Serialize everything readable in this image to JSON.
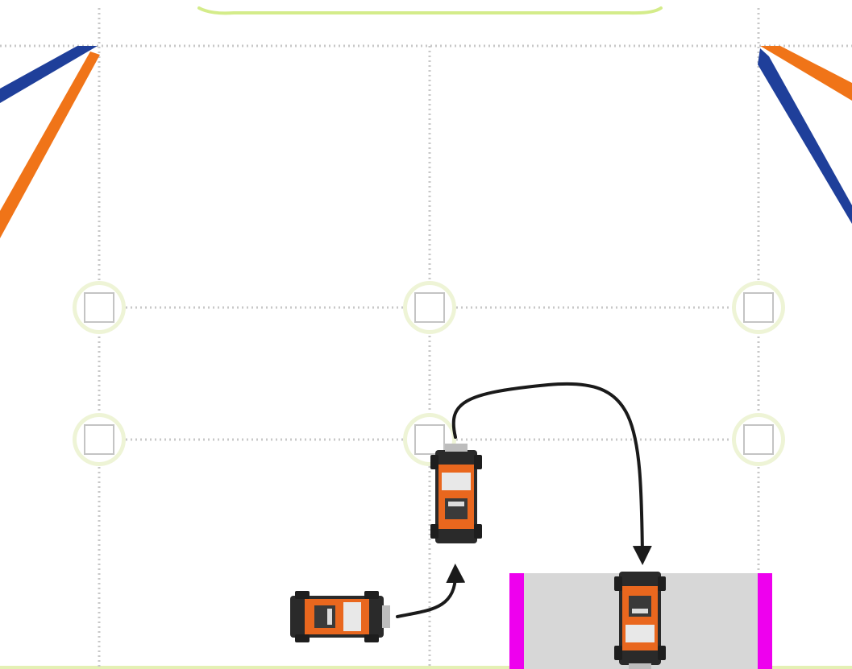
{
  "diagram": {
    "colors": {
      "background": "#ffffff",
      "grid_line": "#c8c8c8",
      "marker_outline": "#c4c4c4",
      "marker_glow": "#eef4d6",
      "top_arc": "#d4ec8a",
      "bottom_line": "#e4f0b4",
      "blue_ramp": "#1f3f9a",
      "orange_ramp": "#f07418",
      "zone_fill": "#d7d7d7",
      "zone_edges": "#ee00ee",
      "path_arrow": "#1a1a1a",
      "robot_body": "#e9671e",
      "robot_frame": "#2a2a2a",
      "robot_top": "#e8e8e8"
    },
    "elements": {
      "field": "grid-field",
      "ramps": [
        "left-ramp",
        "right-ramp"
      ],
      "markers": 6,
      "zone": "finish-zone",
      "robots": [
        "robot-start",
        "robot-middle",
        "robot-end"
      ],
      "paths": [
        "path-start-to-middle",
        "path-middle-to-end"
      ]
    }
  }
}
